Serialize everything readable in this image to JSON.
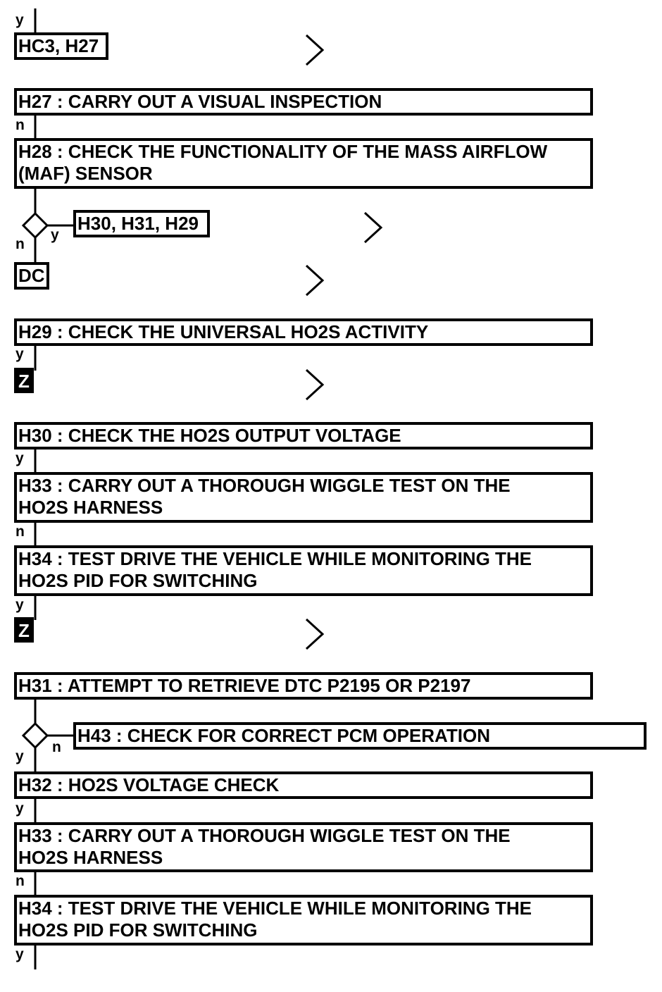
{
  "colors": {
    "ink": "#000000",
    "background": "#ffffff"
  },
  "labels": {
    "yes": "y",
    "no": "n"
  },
  "steps": {
    "hc3_h27": "HC3, H27",
    "h27": "H27 : CARRY OUT A VISUAL INSPECTION",
    "h28_line1": "H28 : CHECK THE FUNCTIONALITY OF THE MASS AIRFLOW",
    "h28_line2": "(MAF) SENSOR",
    "h30_h31_h29": "H30, H31, H29",
    "dc": "DC",
    "h29": "H29 : CHECK THE UNIVERSAL HO2S ACTIVITY",
    "z1": "Z",
    "h30": "H30 : CHECK THE HO2S OUTPUT VOLTAGE",
    "h33a_line1": "H33 : CARRY OUT A THOROUGH WIGGLE TEST ON THE",
    "h33a_line2": "HO2S HARNESS",
    "h34a_line1": "H34 : TEST DRIVE THE VEHICLE WHILE MONITORING THE",
    "h34a_line2": "HO2S PID FOR SWITCHING",
    "z2": "Z",
    "h31": "H31 : ATTEMPT TO RETRIEVE DTC P2195 OR P2197",
    "h43": "H43 : CHECK FOR CORRECT PCM OPERATION",
    "h32": "H32 : HO2S VOLTAGE CHECK",
    "h33b_line1": "H33 : CARRY OUT A THOROUGH WIGGLE TEST ON THE",
    "h33b_line2": "HO2S HARNESS",
    "h34b_line1": "H34 : TEST DRIVE THE VEHICLE WHILE MONITORING THE",
    "h34b_line2": "HO2S PID FOR SWITCHING"
  }
}
